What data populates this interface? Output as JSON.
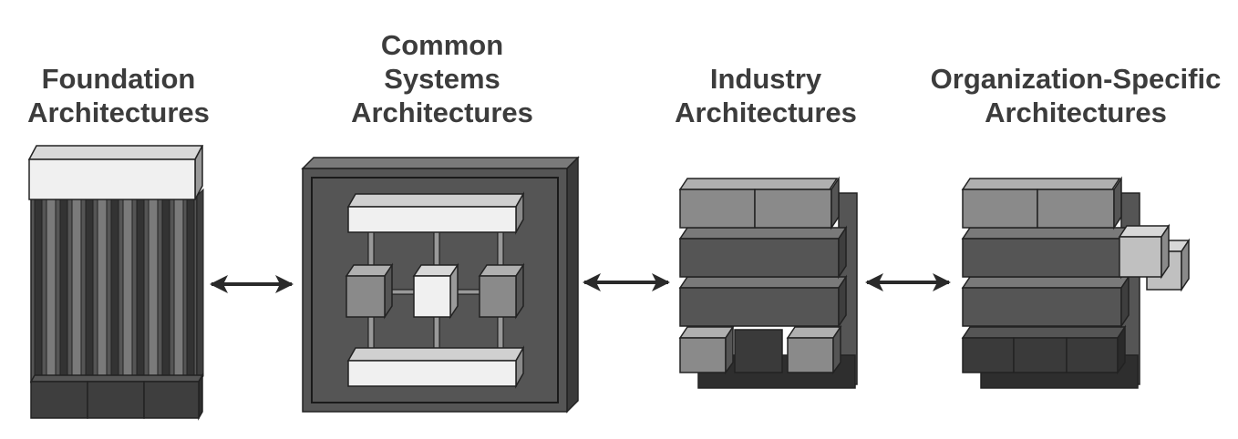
{
  "columns": [
    {
      "id": "foundation",
      "lines": [
        "Foundation",
        "Architectures"
      ]
    },
    {
      "id": "common-systems",
      "lines": [
        "Common",
        "Systems",
        "Architectures"
      ]
    },
    {
      "id": "industry",
      "lines": [
        "Industry",
        "Architectures"
      ]
    },
    {
      "id": "organization-specific",
      "lines": [
        "Organization-Specific",
        "Architectures"
      ]
    }
  ],
  "colors": {
    "text": "#3c3c3c",
    "dark": "#555555",
    "darker": "#3e3e3e",
    "medium": "#8c8c8c",
    "light": "#c8c8c8",
    "white": "#f0f0f0",
    "outline": "#222222"
  }
}
